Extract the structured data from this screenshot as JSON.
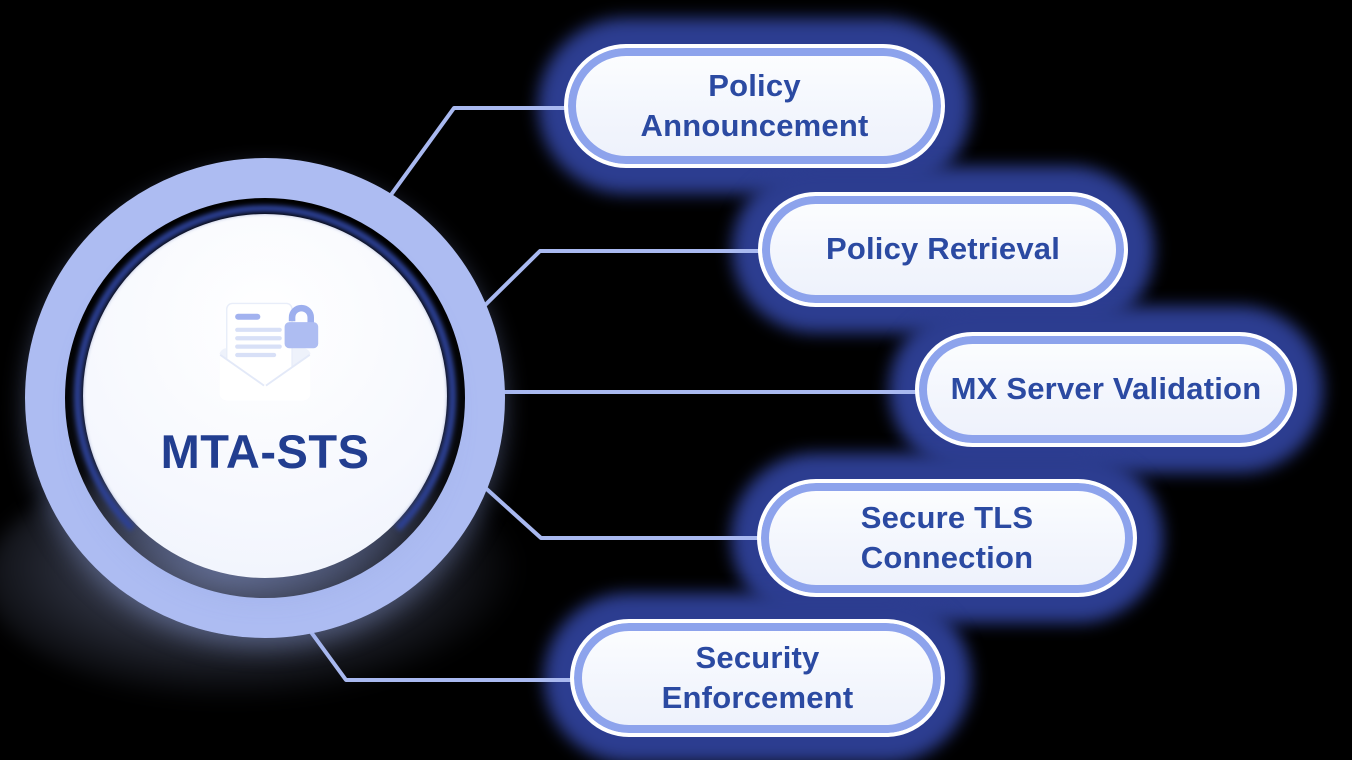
{
  "hub": {
    "title": "MTA-STS",
    "icon": "secure-email-policy-icon"
  },
  "nodes": [
    {
      "id": "policy-announcement",
      "label": "Policy Announcement"
    },
    {
      "id": "policy-retrieval",
      "label": "Policy Retrieval"
    },
    {
      "id": "mx-server-validation",
      "label": "MX Server Validation"
    },
    {
      "id": "secure-tls-connection",
      "label": "Secure TLS Connection"
    },
    {
      "id": "security-enforcement",
      "label": "Security Enforcement"
    }
  ],
  "colors": {
    "background": "#000000",
    "node_glow": "#2c3d90",
    "node_border": "#8da3ec",
    "node_outline": "#ffffff",
    "node_fill": "#f5f8fe",
    "node_text": "#2b4aa2",
    "hub_ring": "#adbcf2",
    "hub_fill": "#f6f8fe",
    "hub_outline": "#2c4094",
    "hub_title_text": "#223e90",
    "connector": "#a9b9f0",
    "icon_accent": "#aebdf2"
  }
}
